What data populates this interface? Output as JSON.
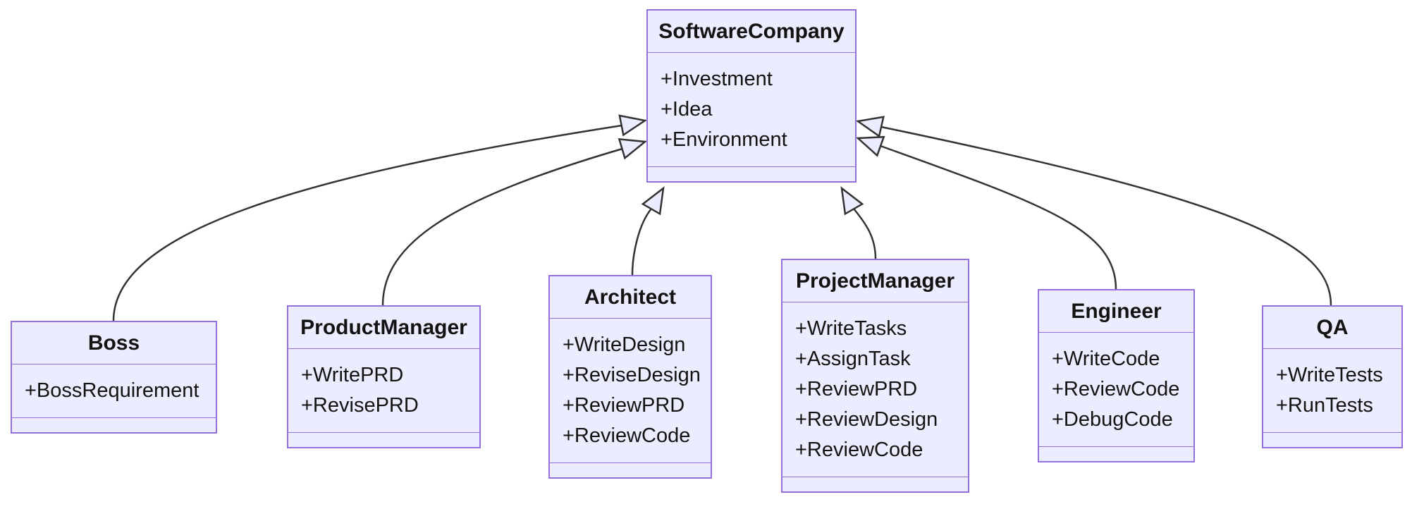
{
  "diagram": {
    "type": "uml-class-diagram",
    "colors": {
      "background": "#ffffff",
      "node_fill": "#ECECFF",
      "node_border": "#9370DB",
      "edge_color": "#333333",
      "text_color": "#131313"
    },
    "classes": [
      {
        "name": "SoftwareCompany",
        "members": [
          "+Investment",
          "+Idea",
          "+Environment"
        ]
      },
      {
        "name": "Boss",
        "members": [
          "+BossRequirement"
        ]
      },
      {
        "name": "ProductManager",
        "members": [
          "+WritePRD",
          "+RevisePRD"
        ]
      },
      {
        "name": "Architect",
        "members": [
          "+WriteDesign",
          "+ReviseDesign",
          "+ReviewPRD",
          "+ReviewCode"
        ]
      },
      {
        "name": "ProjectManager",
        "members": [
          "+WriteTasks",
          "+AssignTask",
          "+ReviewPRD",
          "+ReviewDesign",
          "+ReviewCode"
        ]
      },
      {
        "name": "Engineer",
        "members": [
          "+WriteCode",
          "+ReviewCode",
          "+DebugCode"
        ]
      },
      {
        "name": "QA",
        "members": [
          "+WriteTests",
          "+RunTests"
        ]
      }
    ],
    "relations": [
      {
        "from": "Boss",
        "to": "SoftwareCompany",
        "type": "inheritance"
      },
      {
        "from": "ProductManager",
        "to": "SoftwareCompany",
        "type": "inheritance"
      },
      {
        "from": "Architect",
        "to": "SoftwareCompany",
        "type": "inheritance"
      },
      {
        "from": "ProjectManager",
        "to": "SoftwareCompany",
        "type": "inheritance"
      },
      {
        "from": "Engineer",
        "to": "SoftwareCompany",
        "type": "inheritance"
      },
      {
        "from": "QA",
        "to": "SoftwareCompany",
        "type": "inheritance"
      }
    ]
  }
}
